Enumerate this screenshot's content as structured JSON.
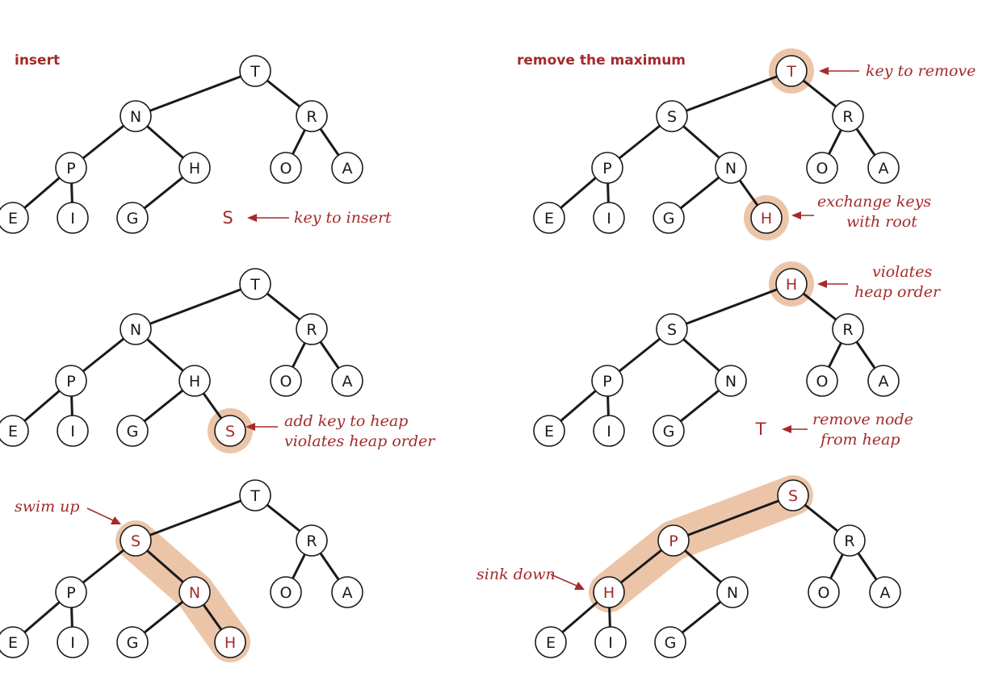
{
  "titles": {
    "insert": "insert",
    "remove": "remove the maximum"
  },
  "colors": {
    "accent": "#a52a2a",
    "highlight": "#ecc5a9",
    "node_stroke": "#1a1a1a"
  },
  "panels": [
    {
      "id": "insert-1",
      "nodes": [
        "T",
        "N",
        "R",
        "P",
        "H",
        "O",
        "A",
        "E",
        "I",
        "G"
      ],
      "red": [],
      "halos": [],
      "path": []
    },
    {
      "id": "insert-2",
      "nodes": [
        "T",
        "N",
        "R",
        "P",
        "H",
        "O",
        "A",
        "E",
        "I",
        "G",
        "S"
      ],
      "red": [
        "S"
      ],
      "halos": [
        "S"
      ],
      "path": []
    },
    {
      "id": "insert-3",
      "nodes": [
        "T",
        "S",
        "R",
        "P",
        "N",
        "O",
        "A",
        "E",
        "I",
        "G",
        "H"
      ],
      "red": [
        "S",
        "N",
        "H"
      ],
      "halos": [],
      "path": [
        "S",
        "N",
        "H"
      ]
    },
    {
      "id": "remove-1",
      "nodes": [
        "T",
        "S",
        "R",
        "P",
        "N",
        "O",
        "A",
        "E",
        "I",
        "G",
        "H"
      ],
      "red": [
        "T",
        "H"
      ],
      "halos": [
        "T",
        "H"
      ],
      "path": []
    },
    {
      "id": "remove-2",
      "nodes": [
        "H",
        "S",
        "R",
        "P",
        "N",
        "O",
        "A",
        "E",
        "I",
        "G"
      ],
      "red": [
        "H"
      ],
      "halos": [
        "H"
      ],
      "path": []
    },
    {
      "id": "remove-3",
      "nodes": [
        "S",
        "P",
        "R",
        "H",
        "N",
        "O",
        "A",
        "E",
        "I",
        "G"
      ],
      "red": [
        "S",
        "P",
        "H"
      ],
      "halos": [],
      "path": [
        "S",
        "P",
        "H"
      ]
    }
  ],
  "loose_keys": {
    "insert": "S",
    "remove": "T"
  },
  "annotations": {
    "key_to_insert": "key to insert",
    "add_key_1": "add key to heap",
    "add_key_2": "violates heap order",
    "swim_up": "swim up",
    "key_to_remove": "key to remove",
    "exchange_1": "exchange keys",
    "exchange_2": "with root",
    "violates_1": "violates",
    "violates_2": "heap order",
    "remove_node_1": "remove node",
    "remove_node_2": "from heap",
    "sink_down": "sink down"
  }
}
